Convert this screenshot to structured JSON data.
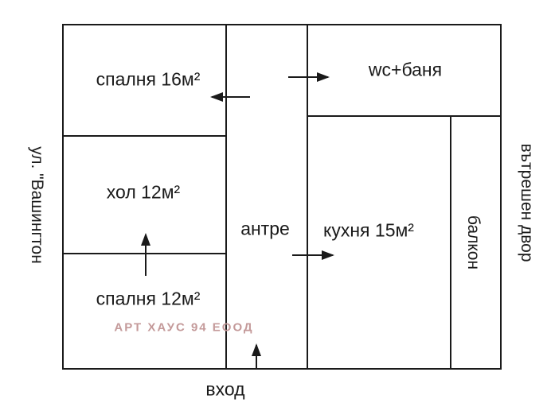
{
  "plan": {
    "rooms": {
      "bedroom16": {
        "label": "спалня 16м²"
      },
      "hall": {
        "label": "хол 12м²"
      },
      "bedroom12": {
        "label": "спалня 12м²"
      },
      "antre": {
        "label": "антре"
      },
      "wc": {
        "label": "wc+баня"
      },
      "kitchen": {
        "label": "кухня 15м²"
      },
      "balcony": {
        "label": "балкон"
      }
    },
    "exterior": {
      "street": {
        "label": "ул. \"Вашингтон"
      },
      "courtyard": {
        "label": "вътрешен двор"
      },
      "entrance": {
        "label": "вход"
      }
    },
    "watermark": {
      "label": "АРТ ХАУС 94 ЕООД",
      "color": "#c49a9a"
    },
    "colors": {
      "wall": "#1a1a1a",
      "background": "#ffffff"
    }
  }
}
